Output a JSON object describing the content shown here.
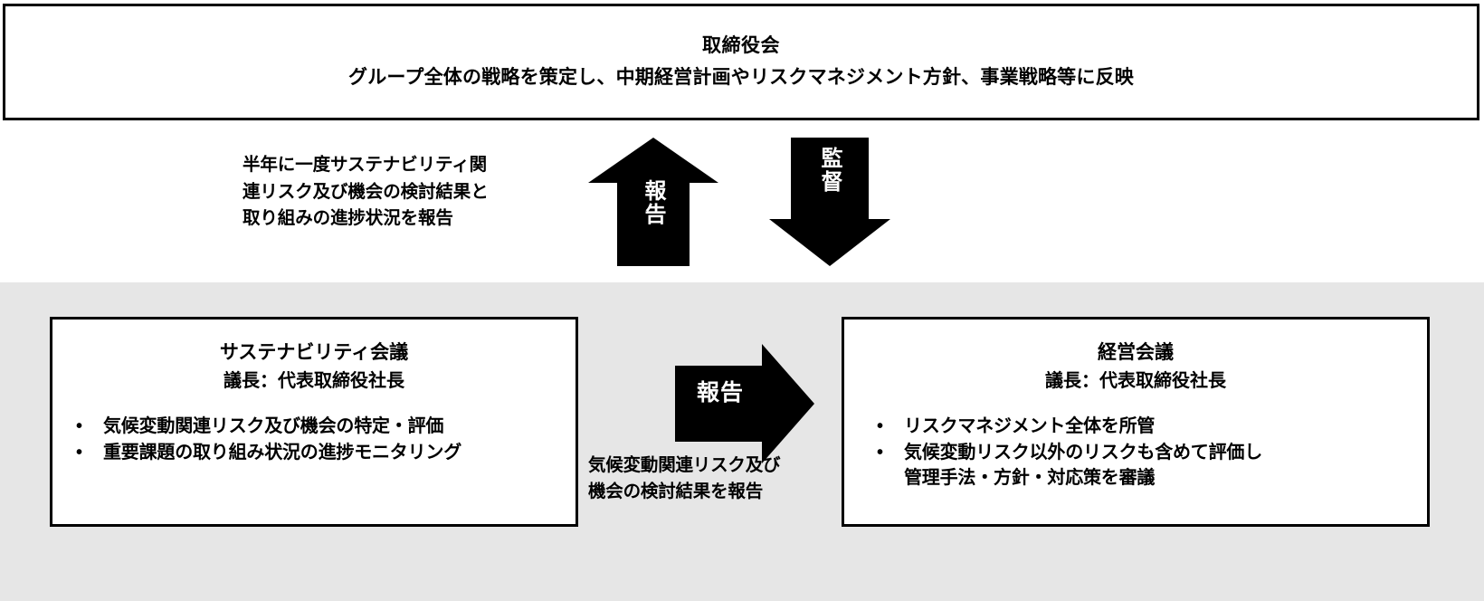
{
  "diagram": {
    "board": {
      "title": "取締役会",
      "description": "グループ全体の戦略を策定し、中期経営計画やリスクマネジメント方針、事業戦略等に反映"
    },
    "captions": {
      "report_to_board_line1": "半年に一度サステナビリティ関",
      "report_to_board_line2": "連リスク及び機会の検討結果と",
      "report_to_board_line3": "取り組みの進捗状況を報告",
      "mid_arrow_line1": "気候変動関連リスク及び",
      "mid_arrow_line2": "機会の検討結果を報告"
    },
    "arrows": {
      "up_report": "報告",
      "down_supervise": "監督",
      "right_report": "報告"
    },
    "left_box": {
      "title": "サステナビリティ会議",
      "subtitle": "議長：代表取締役社長",
      "bullet_marker": "•",
      "bullets": [
        "気候変動関連リスク及び機会の特定・評価",
        "重要課題の取り組み状況の進捗モニタリング"
      ]
    },
    "right_box": {
      "title": "経営会議",
      "subtitle": "議長：代表取締役社長",
      "bullet_marker": "•",
      "bullets": [
        "リスクマネジメント全体を所管",
        "気候変動リスク以外のリスクも含めて評価し\n管理手法・方針・対応策を審議"
      ]
    },
    "colors": {
      "band_background": "#e6e6e6",
      "box_border": "#000000",
      "arrow_fill": "#000000",
      "page_background": "#ffffff",
      "text": "#000000",
      "arrow_label_text": "#ffffff"
    }
  }
}
